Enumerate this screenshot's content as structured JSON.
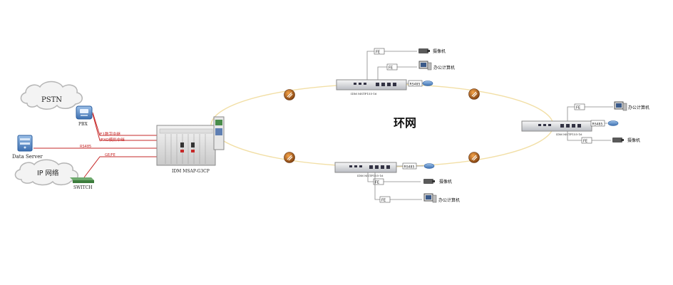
{
  "labels": {
    "pstn": "PSTN",
    "pbx": "PBX",
    "data_server": "Data Server",
    "ip_network": "IP 网络",
    "switch": "SWITCH",
    "e1_line1": "E1数字中继",
    "e1_line2": "/FXO模拟中继",
    "rs485": "RS485",
    "gefe": "GE/FE",
    "msap": "IDM MSAP-G3CP",
    "ring": "环网",
    "fe": "FE",
    "camera": "摄像机",
    "office_pc": "办公计算机",
    "mstp_top": "IDM MSTP155-16",
    "mstp_right": "IDM MSTP155-16",
    "mstp_bottom": "IDM MSTP155-16"
  },
  "colors": {
    "ring": "#f2dfa6",
    "red_line": "#c62828",
    "gray_line": "#888888",
    "label_box": "#555555",
    "device_blue": "#2a5d9f",
    "switch_green": "#3d7d3d"
  },
  "icons": {
    "cloud": "cloud-icon",
    "pbx": "pbx-phone-icon",
    "server": "server-icon",
    "switch": "network-switch-icon",
    "chassis": "chassis-icon",
    "ring_node": "fiber-node-icon",
    "camera": "camera-icon",
    "pc": "computer-icon",
    "rs485_device": "rs485-router-icon"
  }
}
